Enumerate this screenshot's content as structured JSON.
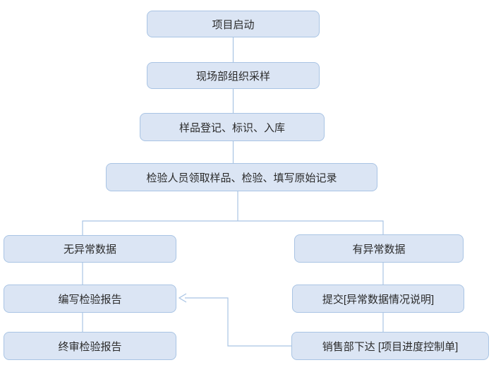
{
  "diagram": {
    "type": "flowchart",
    "colors": {
      "background": "#ffffff",
      "node_fill": "#dbe5f4",
      "node_border": "#a9c4e4",
      "connector": "#a9c4e4",
      "text": "#2b2b2b"
    },
    "nodes": [
      {
        "id": "start",
        "label": "项目启动"
      },
      {
        "id": "sampling",
        "label": "现场部组织采样"
      },
      {
        "id": "register",
        "label": "样品登记、标识、入库"
      },
      {
        "id": "inspect",
        "label": "检验人员领取样品、检验、填写原始记录"
      },
      {
        "id": "normal",
        "label": "无异常数据"
      },
      {
        "id": "abnormal",
        "label": "有异常数据"
      },
      {
        "id": "write",
        "label": "编写检验报告"
      },
      {
        "id": "submit",
        "label": "提交[异常数据情况说明]"
      },
      {
        "id": "final",
        "label": "终审检验报告"
      },
      {
        "id": "sales",
        "label": "销售部下达 [项目进度控制单]"
      }
    ],
    "edges": [
      {
        "from": "start",
        "to": "sampling",
        "arrow": false
      },
      {
        "from": "sampling",
        "to": "register",
        "arrow": false
      },
      {
        "from": "register",
        "to": "inspect",
        "arrow": false
      },
      {
        "from": "inspect",
        "to": "normal",
        "arrow": false
      },
      {
        "from": "inspect",
        "to": "abnormal",
        "arrow": false
      },
      {
        "from": "normal",
        "to": "write",
        "arrow": false
      },
      {
        "from": "abnormal",
        "to": "submit",
        "arrow": false
      },
      {
        "from": "write",
        "to": "final",
        "arrow": false
      },
      {
        "from": "submit",
        "to": "sales",
        "arrow": false
      },
      {
        "from": "sales",
        "to": "write",
        "arrow": true
      }
    ]
  }
}
